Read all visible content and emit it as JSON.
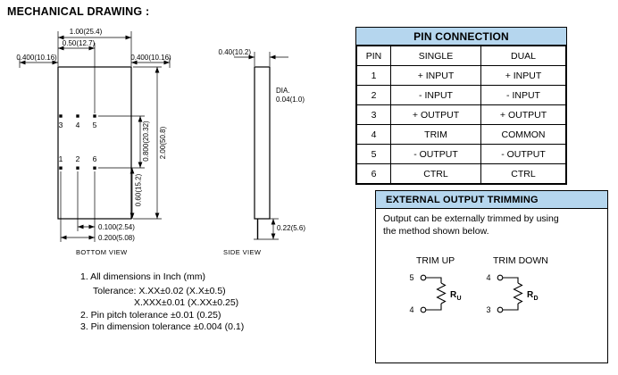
{
  "colors": {
    "header_bg": "#b5d6ee",
    "line": "#000000"
  },
  "title": "MECHANICAL DRAWING :",
  "bottom_view": {
    "caption": "BOTTOM VIEW",
    "dim_width": "1.00(25.4)",
    "dim_half_width": "0.50(12.7)",
    "dim_left": "0.400(10.16)",
    "dim_right": "0.400(10.16)",
    "dim_pin_rows": "0.800(20.32)",
    "dim_height": "2.00(50.8)",
    "dim_bottom": "0.60(15.2)",
    "dim_pitch1": "0.100(2.54)",
    "dim_pitch2": "0.200(5.08)",
    "pin_top": [
      "3",
      "4",
      "5"
    ],
    "pin_bottom": [
      "1",
      "2",
      "6"
    ]
  },
  "side_view": {
    "caption": "SIDE VIEW",
    "dim_width": "0.40(10.2)",
    "dim_dia_1": "DIA.",
    "dim_dia_2": "0.04(1.0)",
    "dim_pin_len": "0.22(5.6)"
  },
  "notes": {
    "n1": "1. All dimensions in Inch (mm)",
    "n2": "Tolerance: X.XX±0.02 (X.X±0.5)",
    "n3": "X.XXX±0.01 (X.XX±0.25)",
    "n4": "2. Pin pitch tolerance ±0.01 (0.25)",
    "n5": "3. Pin dimension tolerance ±0.004 (0.1)"
  },
  "pin_table": {
    "title": "PIN CONNECTION",
    "headers": [
      "PIN",
      "SINGLE",
      "DUAL"
    ],
    "rows": [
      [
        "1",
        "+ INPUT",
        "+ INPUT"
      ],
      [
        "2",
        "- INPUT",
        "- INPUT"
      ],
      [
        "3",
        "+ OUTPUT",
        "+ OUTPUT"
      ],
      [
        "4",
        "TRIM",
        "COMMON"
      ],
      [
        "5",
        "- OUTPUT",
        "- OUTPUT"
      ],
      [
        "6",
        "CTRL",
        "CTRL"
      ]
    ]
  },
  "trimming": {
    "title": "EXTERNAL OUTPUT TRIMMING",
    "desc1": "Output can be externally trimmed by using",
    "desc2": "the method shown below.",
    "trim_up": {
      "label": "TRIM UP",
      "top_pin": "5",
      "bottom_pin": "4",
      "r": "R",
      "r_sub": "U"
    },
    "trim_down": {
      "label": "TRIM DOWN",
      "top_pin": "4",
      "bottom_pin": "3",
      "r": "R",
      "r_sub": "D"
    }
  }
}
